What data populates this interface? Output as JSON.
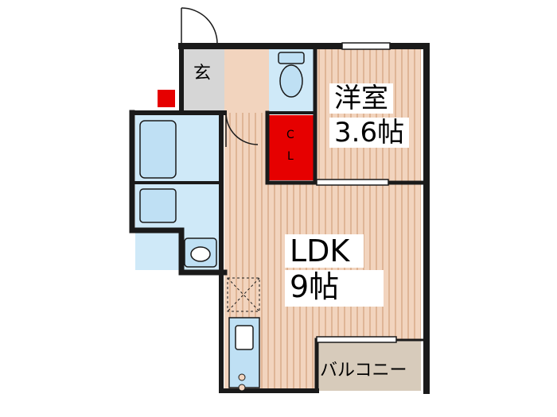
{
  "rooms": {
    "genkan": {
      "label": "玄"
    },
    "closet": {
      "label_top": "C",
      "label_bottom": "L"
    },
    "western": {
      "name": "洋室",
      "size": "3.6帖"
    },
    "ldk": {
      "name": "LDK",
      "size": "9帖"
    },
    "balcony": {
      "label": "バルコニー"
    }
  },
  "colors": {
    "wall": "#1a1a1a",
    "wood_floor": "#f2d4be",
    "wood_stripe": "#dfb596",
    "wet_area": "#cfe9f8",
    "fixture_blue": "#bfe0f4",
    "entry_floor": "#d6d6d6",
    "closet_red": "#e60000",
    "balcony": "#d7cbbb"
  },
  "icons": [
    "door-swing-icon",
    "bathtub-icon",
    "washbasin-icon",
    "toilet-icon",
    "washing-machine-icon",
    "sink-icon",
    "stove-icon",
    "refrigerator-space-icon",
    "window-icon"
  ]
}
